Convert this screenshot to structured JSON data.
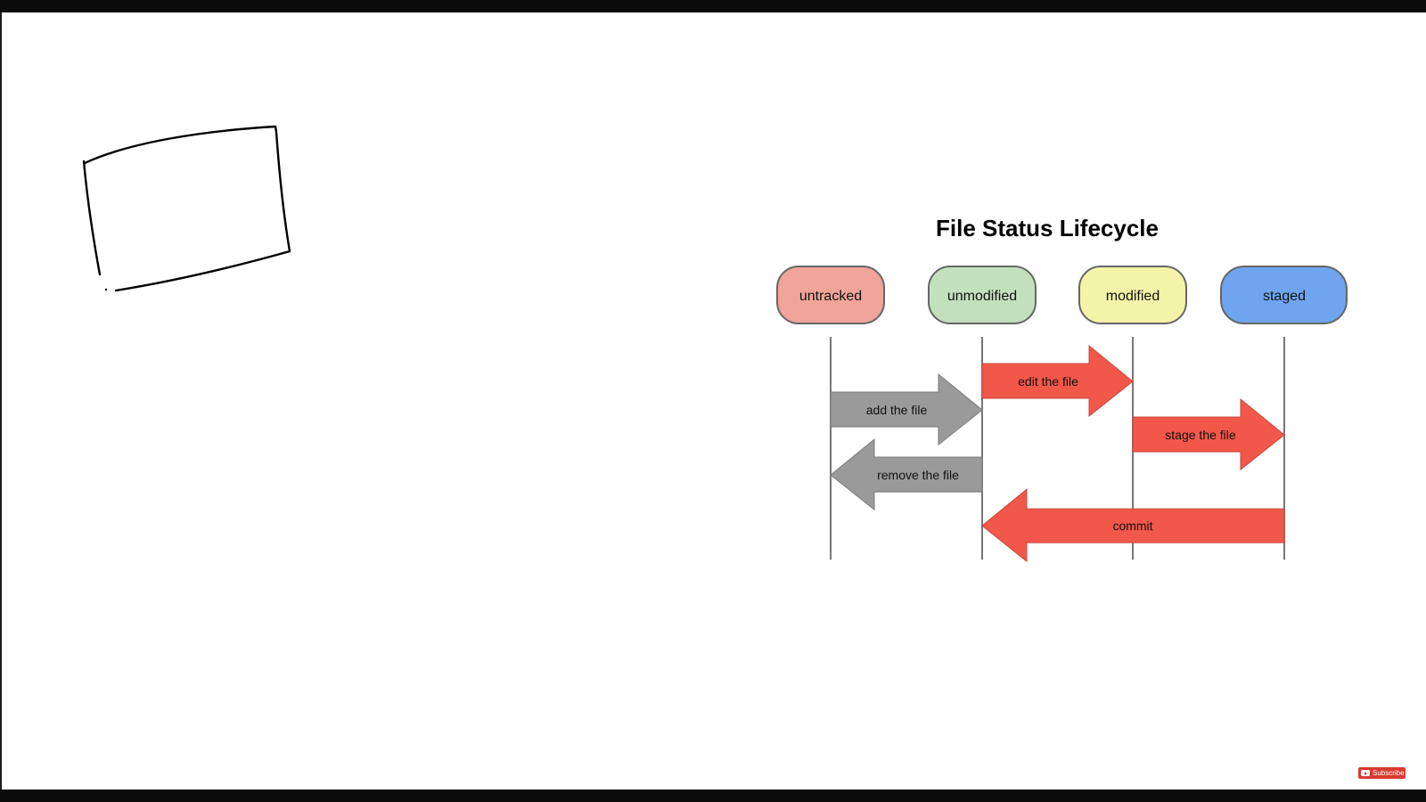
{
  "diagram": {
    "title": "File Status Lifecycle",
    "states": [
      {
        "label": "untracked",
        "color": "#f0a49a"
      },
      {
        "label": "unmodified",
        "color": "#c3e0bc"
      },
      {
        "label": "modified",
        "color": "#f3f4a7"
      },
      {
        "label": "staged",
        "color": "#6fa4ef"
      }
    ],
    "transitions": [
      {
        "label": "add the file",
        "from": "untracked",
        "to": "unmodified",
        "color": "#9a9a9a"
      },
      {
        "label": "edit the file",
        "from": "unmodified",
        "to": "modified",
        "color": "#f1584a"
      },
      {
        "label": "stage the file",
        "from": "modified",
        "to": "staged",
        "color": "#f1584a"
      },
      {
        "label": "remove the file",
        "from": "unmodified",
        "to": "untracked",
        "color": "#9a9a9a"
      },
      {
        "label": "commit",
        "from": "staged",
        "to": "unmodified",
        "color": "#f1584a"
      }
    ]
  },
  "overlay": {
    "subscribe_label": "Subscribe",
    "subscribe_color": "#d93a30"
  }
}
